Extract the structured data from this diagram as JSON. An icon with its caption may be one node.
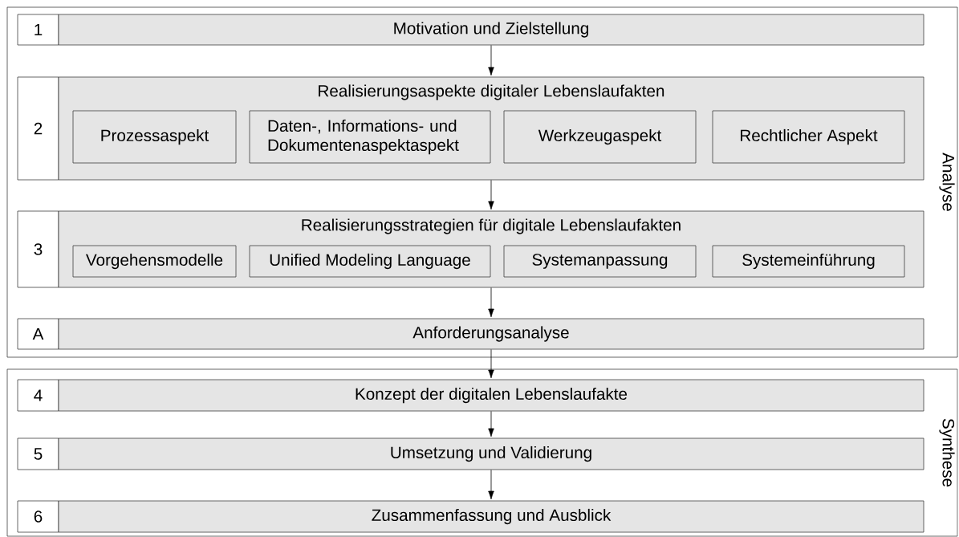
{
  "diagram": {
    "nodes": [
      {
        "text": [
          "Analyse"
        ]
      },
      {
        "text": [
          "1"
        ],
        "in": 0
      },
      {
        "text": [
          "Motivation und Zielstellung"
        ],
        "in": 0
      },
      {
        "text": [
          "2"
        ],
        "in": 0
      },
      {
        "text": [
          "Realisierungsaspekte digitaler Lebenslaufakten"
        ],
        "in": 0
      },
      {
        "text": [
          "Prozessaspekt"
        ],
        "in": 4
      },
      {
        "text": [
          "Daten-, Informations- und Dokumentenaspektaspekt"
        ],
        "in": 4
      },
      {
        "text": [
          "Werkzeugaspekt"
        ],
        "in": 4
      },
      {
        "text": [
          "Rechtlicher Aspekt"
        ],
        "in": 4
      },
      {
        "text": [
          "3"
        ],
        "in": 0
      },
      {
        "text": [
          "Realisierungsstrategien für digitale Lebenslaufakten"
        ],
        "in": 0
      },
      {
        "text": [
          "Vorgehensmodelle"
        ],
        "in": 10
      },
      {
        "text": [
          "Unified Modeling Language"
        ],
        "in": 10
      },
      {
        "text": [
          "Systemanpassung"
        ],
        "in": 10
      },
      {
        "text": [
          "Systemeinführung"
        ],
        "in": 10
      },
      {
        "text": [
          "A"
        ],
        "in": 0
      },
      {
        "text": [
          "Anforderungsanalyse"
        ],
        "in": 0
      },
      {
        "text": [
          "Synthese"
        ]
      },
      {
        "text": [
          "4"
        ],
        "in": 17
      },
      {
        "text": [
          "Konzept der digitalen Lebenslaufakte"
        ],
        "in": 17
      },
      {
        "text": [
          "5"
        ],
        "in": 17
      },
      {
        "text": [
          "Umsetzung und Validierung"
        ],
        "in": 17
      },
      {
        "text": [
          "6"
        ],
        "in": 17
      },
      {
        "text": [
          "Zusammenfassung und Ausblick"
        ],
        "in": 17
      }
    ],
    "edges": [
      {
        "from": 2,
        "to": 4,
        "arrow": "to"
      },
      {
        "from": 4,
        "to": 10,
        "arrow": "to"
      },
      {
        "from": 10,
        "to": 16,
        "arrow": "to"
      },
      {
        "from": 16,
        "to": 19,
        "arrow": "to"
      },
      {
        "from": 19,
        "to": 21,
        "arrow": "to"
      },
      {
        "from": 21,
        "to": 23,
        "arrow": "to"
      }
    ]
  }
}
